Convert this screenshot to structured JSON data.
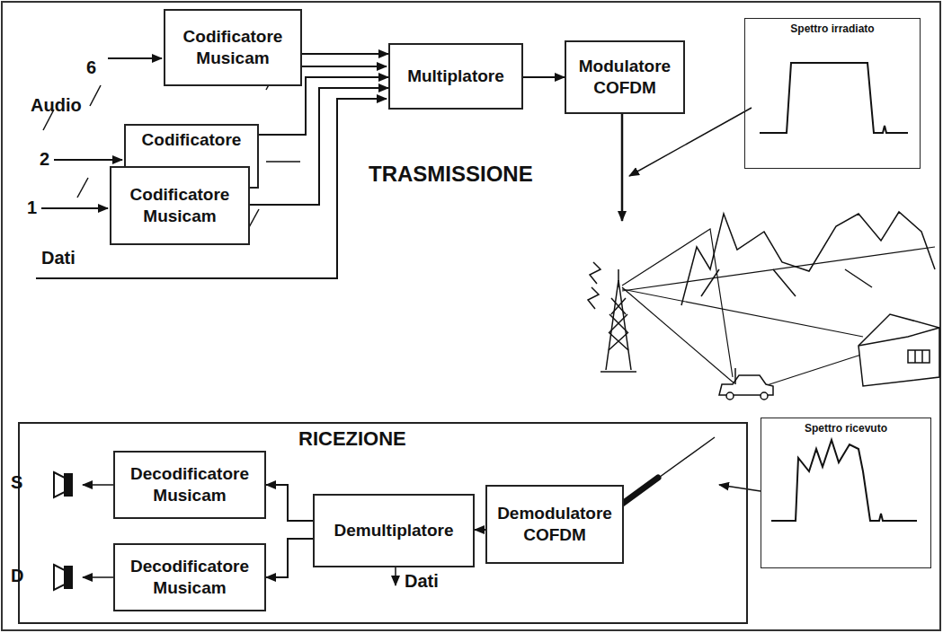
{
  "diagram": {
    "nodes": [
      {
        "text": [
          "Codificatore Musicam"
        ]
      },
      {
        "text": [
          "Codificatore"
        ]
      },
      {
        "text": [
          "Codificatore Musicam"
        ]
      },
      {
        "text": [
          "Multiplatore"
        ]
      },
      {
        "text": [
          "Modulatore COFDM"
        ]
      },
      {
        "text": [
          "Spettro irradiato"
        ]
      },
      {
        "text": [
          "RICEZIONE"
        ]
      },
      {
        "text": [
          "Decodificatore Musicam"
        ],
        "in": 6
      },
      {
        "text": [
          "Demultiplatore"
        ],
        "in": 6
      },
      {
        "text": [
          "Decodificatore Musicam"
        ],
        "in": 6
      },
      {
        "text": [
          "Demodulatore COFDM"
        ],
        "in": 6
      },
      {
        "text": [
          "Spettro ricevuto"
        ]
      }
    ],
    "edges": [
      {
        "from": 0,
        "to": 3,
        "arrow": "to"
      },
      {
        "from": 1,
        "to": 3,
        "arrow": "to"
      },
      {
        "from": 2,
        "to": 3,
        "arrow": "to"
      },
      {
        "from": 3,
        "to": 4,
        "arrow": "to"
      },
      {
        "from": 10,
        "to": 8,
        "arrow": "to"
      },
      {
        "from": 8,
        "to": 7,
        "arrow": "to"
      },
      {
        "from": 8,
        "to": 9,
        "arrow": "to"
      }
    ],
    "labels": [
      "6",
      "Audio",
      "2",
      "1",
      "Dati",
      "TRASMISSIONE",
      "S",
      "D",
      "Dati"
    ]
  }
}
